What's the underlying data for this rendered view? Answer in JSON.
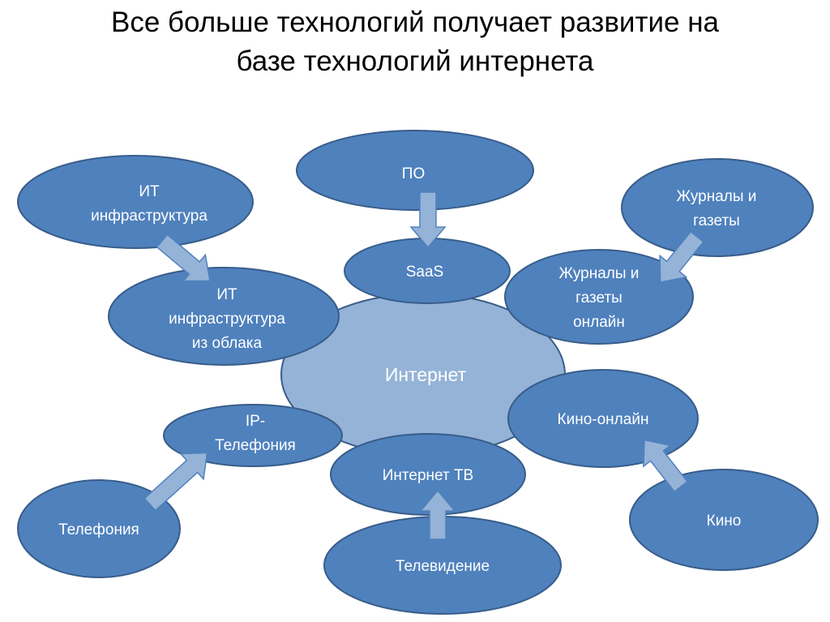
{
  "title": {
    "line1": "Все больше технологий получает развитие на",
    "line2": "базе технологий интернета"
  },
  "nodes": {
    "internet": "Интернет",
    "it_infra": [
      "ИТ",
      "инфраструктура"
    ],
    "po": "ПО",
    "journals": [
      "Журналы и",
      "газеты"
    ],
    "saas": "SaaS",
    "it_cloud": [
      "ИТ",
      "инфраструктура",
      "из облака"
    ],
    "journals_online": [
      "Журналы и",
      "газеты",
      "онлайн"
    ],
    "ip_tel": [
      "IP-",
      "Телефония"
    ],
    "kino_online": "Кино-онлайн",
    "internet_tv": "Интернет ТВ",
    "telephony": "Телефония",
    "kino": "Кино",
    "tv": "Телевидение"
  },
  "colors": {
    "node": "#4f81bd",
    "center": "#95b3d7",
    "border": "#385d8a"
  }
}
